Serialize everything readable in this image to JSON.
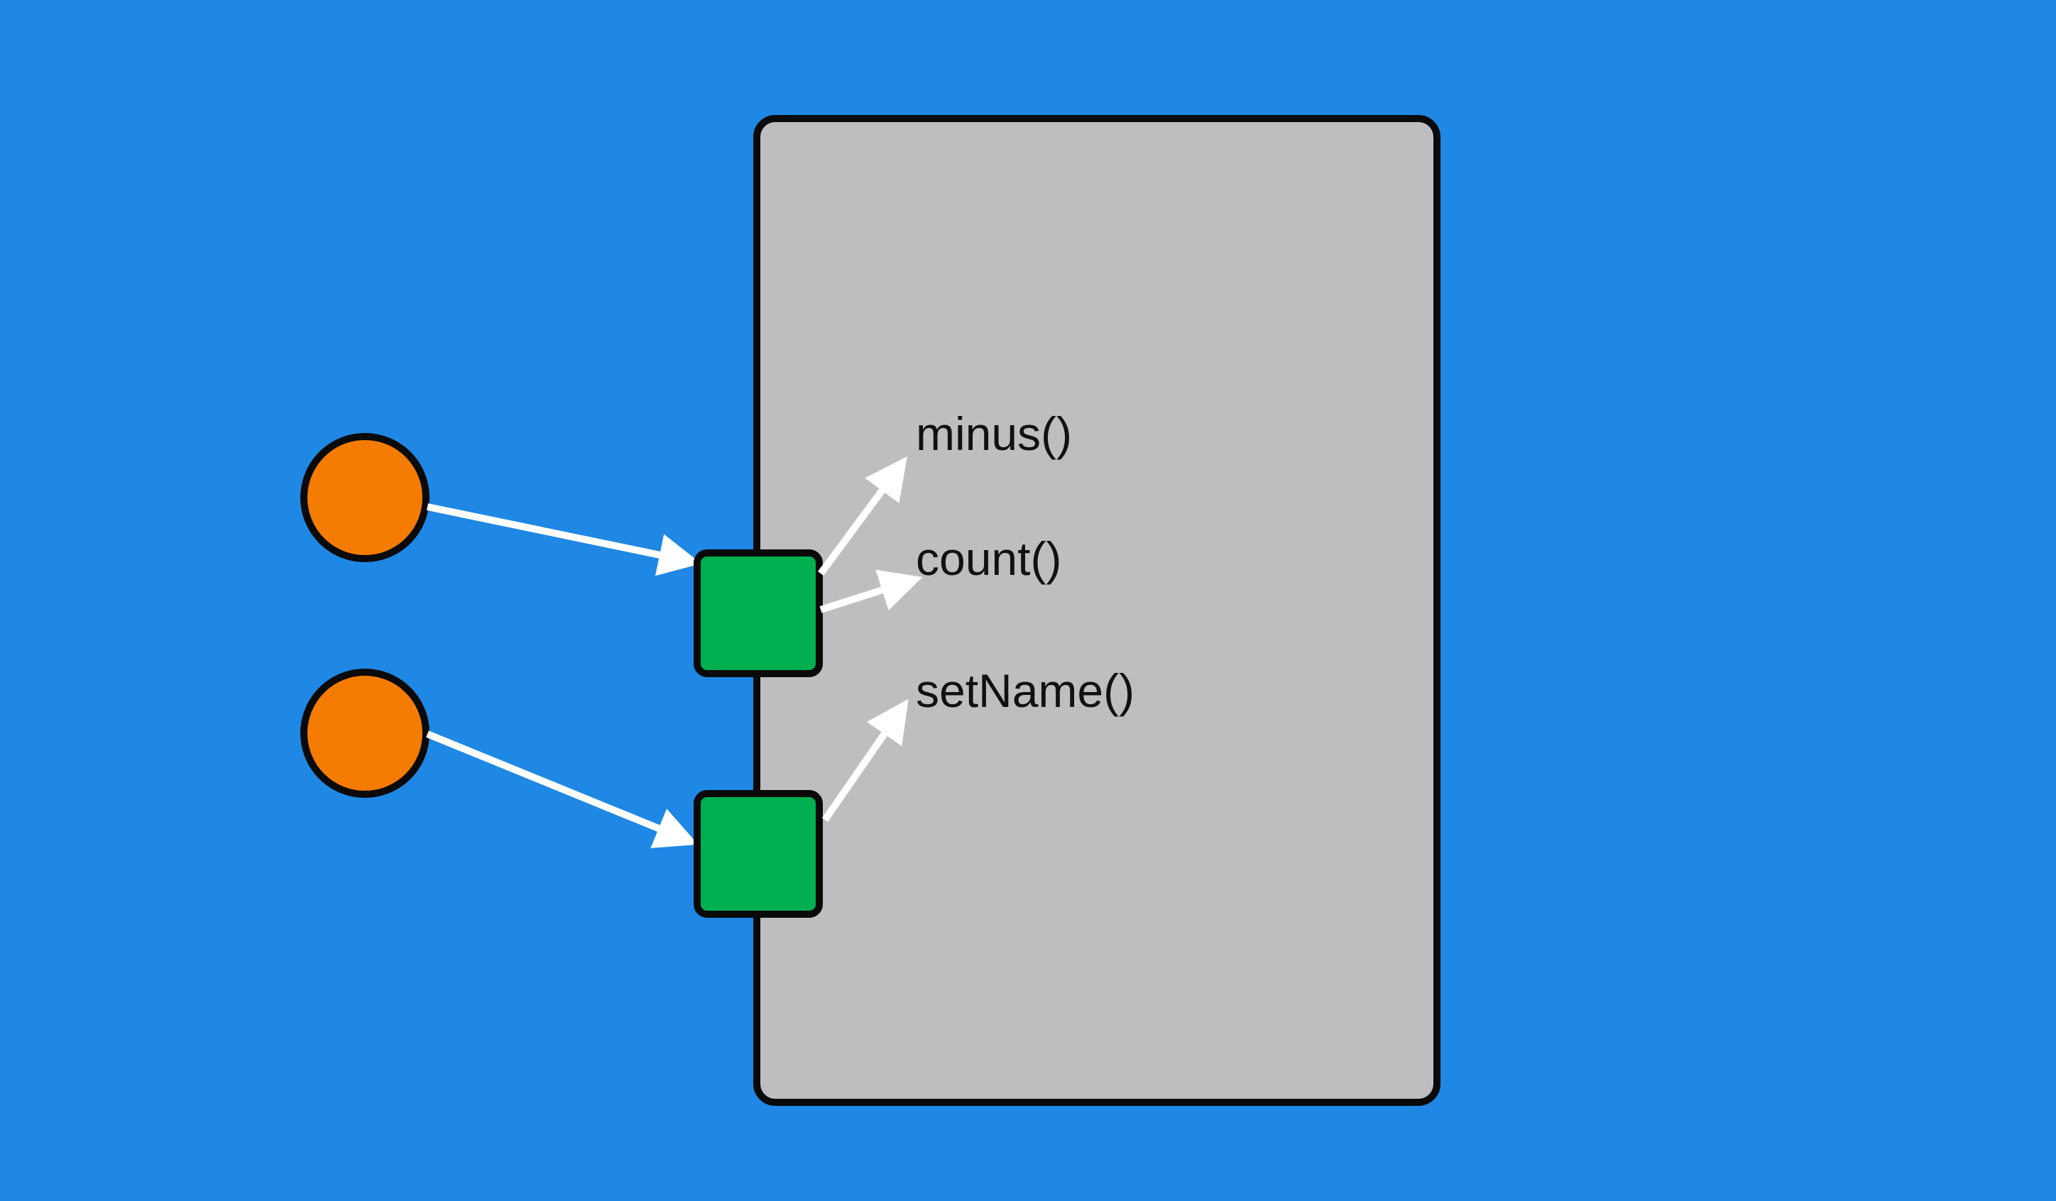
{
  "colors": {
    "background": "#1F88E5",
    "container_fill": "#BEBEC0",
    "outline": "#0A0A0A",
    "client_node": "#F57C02",
    "interface_port": "#00B050",
    "arrow": "#FFFFFF",
    "label_text": "#111111"
  },
  "diagram": {
    "clients": [
      {
        "id": "client-1",
        "shape": "circle"
      },
      {
        "id": "client-2",
        "shape": "circle"
      }
    ],
    "ports": [
      {
        "id": "port-1",
        "shape": "square"
      },
      {
        "id": "port-2",
        "shape": "square"
      }
    ],
    "methods": [
      {
        "id": "method-minus",
        "label": "minus()"
      },
      {
        "id": "method-count",
        "label": "count()"
      },
      {
        "id": "method-setname",
        "label": "setName()"
      }
    ],
    "connections": [
      {
        "from": "client-1",
        "to": "port-1"
      },
      {
        "from": "client-2",
        "to": "port-2"
      },
      {
        "from": "port-1",
        "to": "method-minus"
      },
      {
        "from": "port-1",
        "to": "method-count"
      },
      {
        "from": "port-2",
        "to": "method-setname"
      }
    ]
  }
}
